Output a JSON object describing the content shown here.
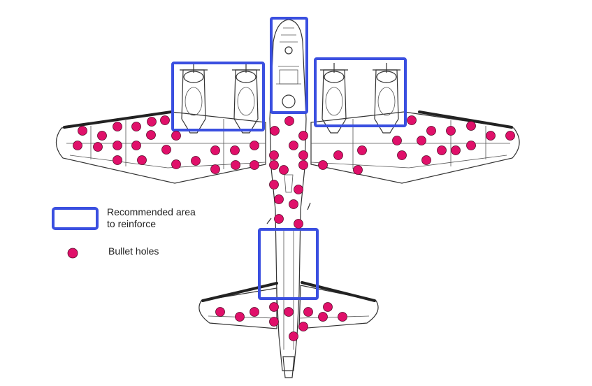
{
  "legend": {
    "reinforce_label_line1": "Recommended area",
    "reinforce_label_line2": "to reinforce",
    "bullet_label": "Bullet holes"
  },
  "colors": {
    "reinforce_box": "#3a4fe0",
    "bullet_hole": "#e0106a",
    "bullet_outline": "#5a0a2a",
    "outline": "#333333"
  }
}
